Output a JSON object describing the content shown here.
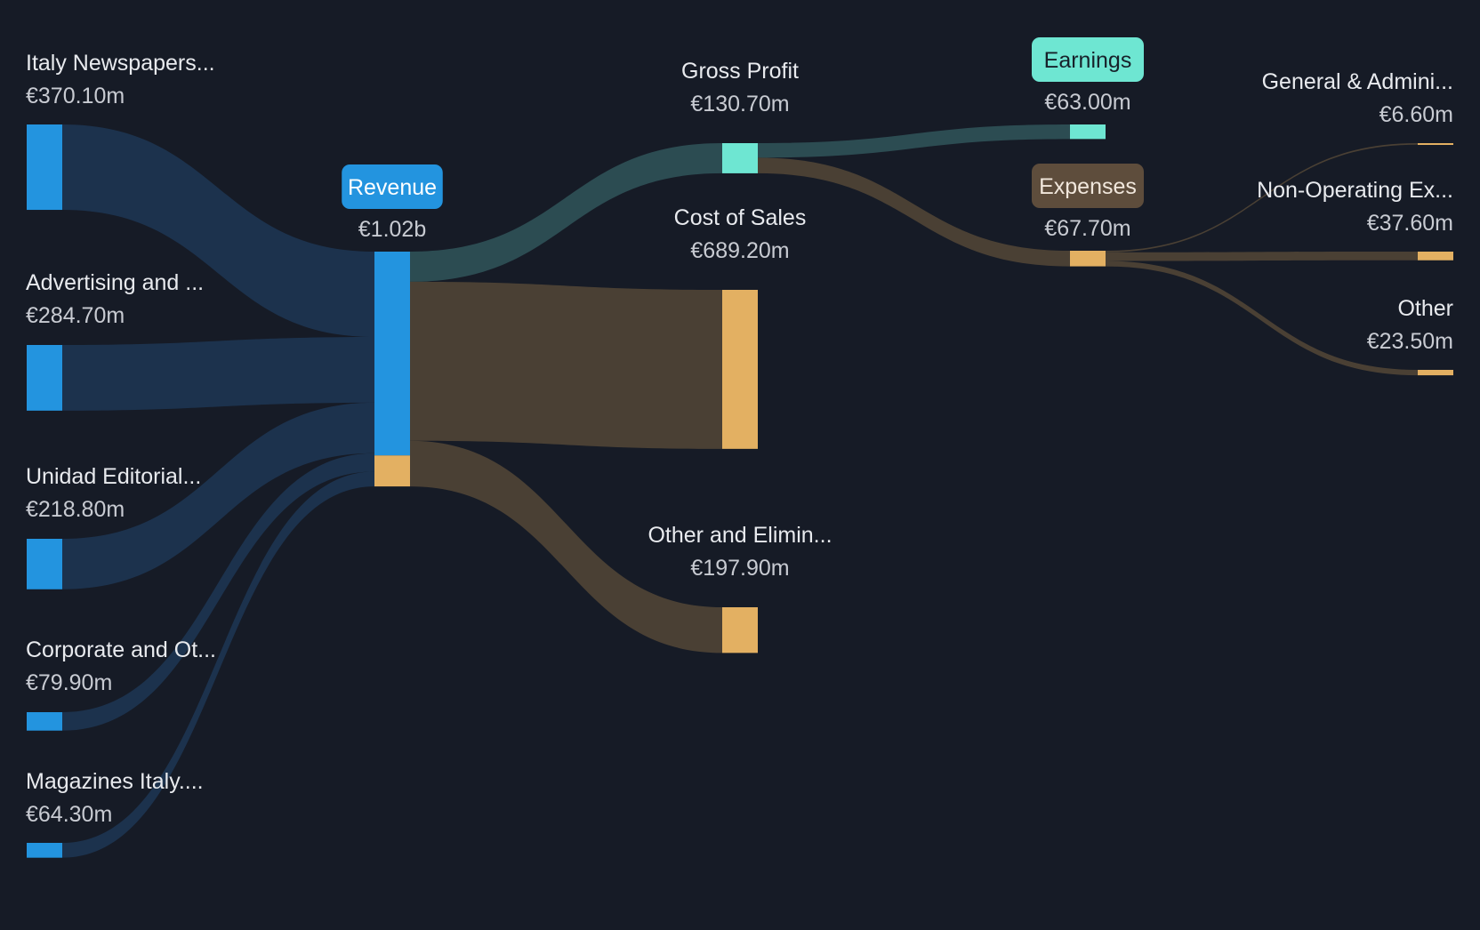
{
  "colors": {
    "background": "#161b26",
    "segment_node": "#2394df",
    "segment_flow": "#1c324d",
    "revenue_pill": "#2394df",
    "profit_node": "#6ee6d2",
    "profit_flow": "#2c4c52",
    "cost_node": "#e3b062",
    "cost_flow": "#4a4034",
    "expenses_pill": "#5e4d3c"
  },
  "chart_data": {
    "type": "sankey",
    "currency": "€",
    "nodes": [
      {
        "id": "italy",
        "label": "Italy Newspapers...",
        "value_label": "€370.10m",
        "value": 370.1,
        "kind": "segment"
      },
      {
        "id": "advertising",
        "label": "Advertising and ...",
        "value_label": "€284.70m",
        "value": 284.7,
        "kind": "segment"
      },
      {
        "id": "unidad",
        "label": "Unidad Editorial...",
        "value_label": "€218.80m",
        "value": 218.8,
        "kind": "segment"
      },
      {
        "id": "corporate",
        "label": "Corporate and Ot...",
        "value_label": "€79.90m",
        "value": 79.9,
        "kind": "segment"
      },
      {
        "id": "magazines",
        "label": "Magazines Italy....",
        "value_label": "€64.30m",
        "value": 64.3,
        "kind": "segment"
      },
      {
        "id": "revenue",
        "label": "Revenue",
        "value_label": "€1.02b",
        "value": 1020,
        "kind": "revenue",
        "pill": true
      },
      {
        "id": "gross_profit",
        "label": "Gross Profit",
        "value_label": "€130.70m",
        "value": 130.7,
        "kind": "profit"
      },
      {
        "id": "cost_of_sales",
        "label": "Cost of Sales",
        "value_label": "€689.20m",
        "value": 689.2,
        "kind": "cost"
      },
      {
        "id": "other_elim",
        "label": "Other and Elimin...",
        "value_label": "€197.90m",
        "value": 197.9,
        "kind": "cost"
      },
      {
        "id": "earnings",
        "label": "Earnings",
        "value_label": "€63.00m",
        "value": 63.0,
        "kind": "profit",
        "pill": true
      },
      {
        "id": "expenses",
        "label": "Expenses",
        "value_label": "€67.70m",
        "value": 67.7,
        "kind": "cost",
        "pill": true
      },
      {
        "id": "gen_admin",
        "label": "General & Admini...",
        "value_label": "€6.60m",
        "value": 6.6,
        "kind": "cost"
      },
      {
        "id": "non_operating",
        "label": "Non-Operating Ex...",
        "value_label": "€37.60m",
        "value": 37.6,
        "kind": "cost"
      },
      {
        "id": "other",
        "label": "Other",
        "value_label": "€23.50m",
        "value": 23.5,
        "kind": "cost"
      }
    ],
    "links": [
      {
        "source": "italy",
        "target": "revenue",
        "value": 370.1
      },
      {
        "source": "advertising",
        "target": "revenue",
        "value": 284.7
      },
      {
        "source": "unidad",
        "target": "revenue",
        "value": 218.8
      },
      {
        "source": "corporate",
        "target": "revenue",
        "value": 79.9
      },
      {
        "source": "magazines",
        "target": "revenue",
        "value": 64.3
      },
      {
        "source": "revenue",
        "target": "gross_profit",
        "value": 130.7
      },
      {
        "source": "revenue",
        "target": "cost_of_sales",
        "value": 689.2
      },
      {
        "source": "revenue",
        "target": "other_elim",
        "value": 197.9
      },
      {
        "source": "gross_profit",
        "target": "earnings",
        "value": 63.0
      },
      {
        "source": "gross_profit",
        "target": "expenses",
        "value": 67.7
      },
      {
        "source": "expenses",
        "target": "gen_admin",
        "value": 6.6
      },
      {
        "source": "expenses",
        "target": "non_operating",
        "value": 37.6
      },
      {
        "source": "expenses",
        "target": "other",
        "value": 23.5
      }
    ]
  }
}
